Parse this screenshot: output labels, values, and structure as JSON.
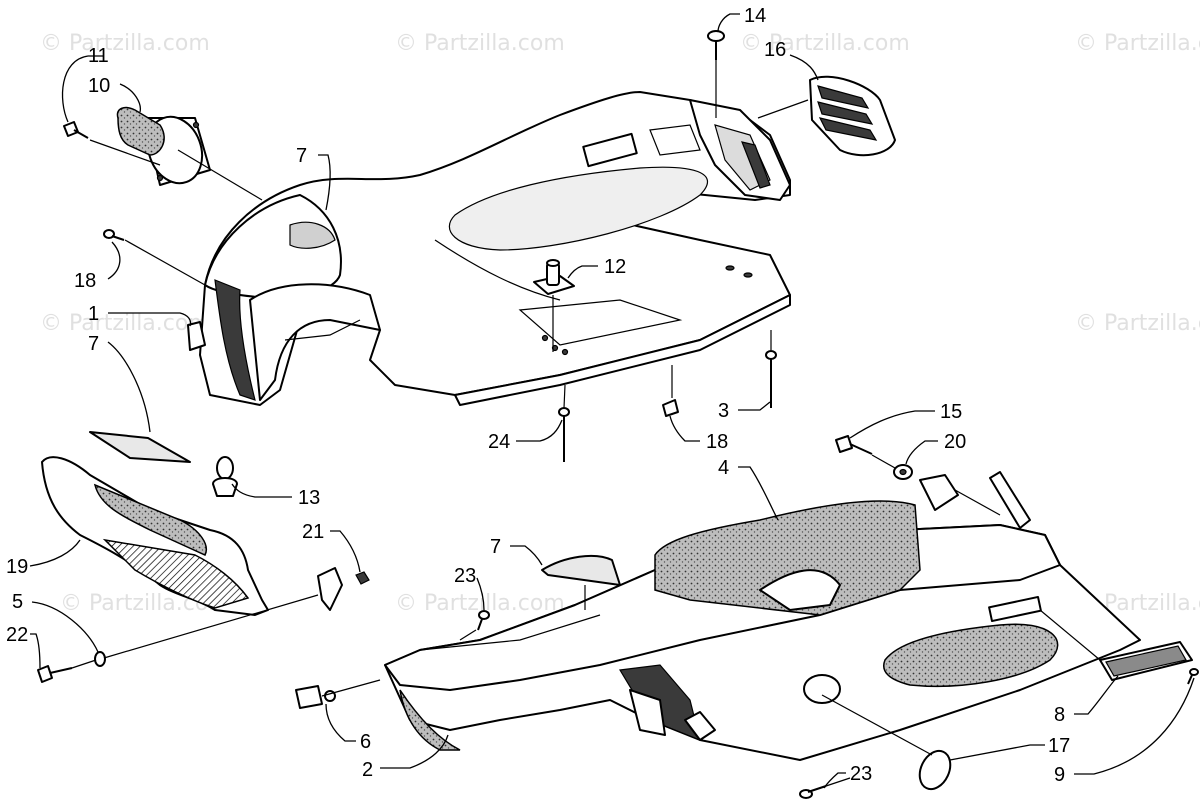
{
  "watermark": "© Partzilla.com",
  "callouts": [
    {
      "id": "11",
      "label": "11"
    },
    {
      "id": "10",
      "label": "10"
    },
    {
      "id": "7a",
      "label": "7"
    },
    {
      "id": "14",
      "label": "14"
    },
    {
      "id": "16",
      "label": "16"
    },
    {
      "id": "18a",
      "label": "18"
    },
    {
      "id": "1",
      "label": "1"
    },
    {
      "id": "7b",
      "label": "7"
    },
    {
      "id": "12",
      "label": "12"
    },
    {
      "id": "3",
      "label": "3"
    },
    {
      "id": "24",
      "label": "24"
    },
    {
      "id": "18b",
      "label": "18"
    },
    {
      "id": "15",
      "label": "15"
    },
    {
      "id": "20",
      "label": "20"
    },
    {
      "id": "4",
      "label": "4"
    },
    {
      "id": "13",
      "label": "13"
    },
    {
      "id": "21",
      "label": "21"
    },
    {
      "id": "19",
      "label": "19"
    },
    {
      "id": "5",
      "label": "5"
    },
    {
      "id": "22",
      "label": "22"
    },
    {
      "id": "7c",
      "label": "7"
    },
    {
      "id": "23a",
      "label": "23"
    },
    {
      "id": "6",
      "label": "6"
    },
    {
      "id": "2",
      "label": "2"
    },
    {
      "id": "8",
      "label": "8"
    },
    {
      "id": "17",
      "label": "17"
    },
    {
      "id": "9",
      "label": "9"
    },
    {
      "id": "23b",
      "label": "23"
    }
  ]
}
